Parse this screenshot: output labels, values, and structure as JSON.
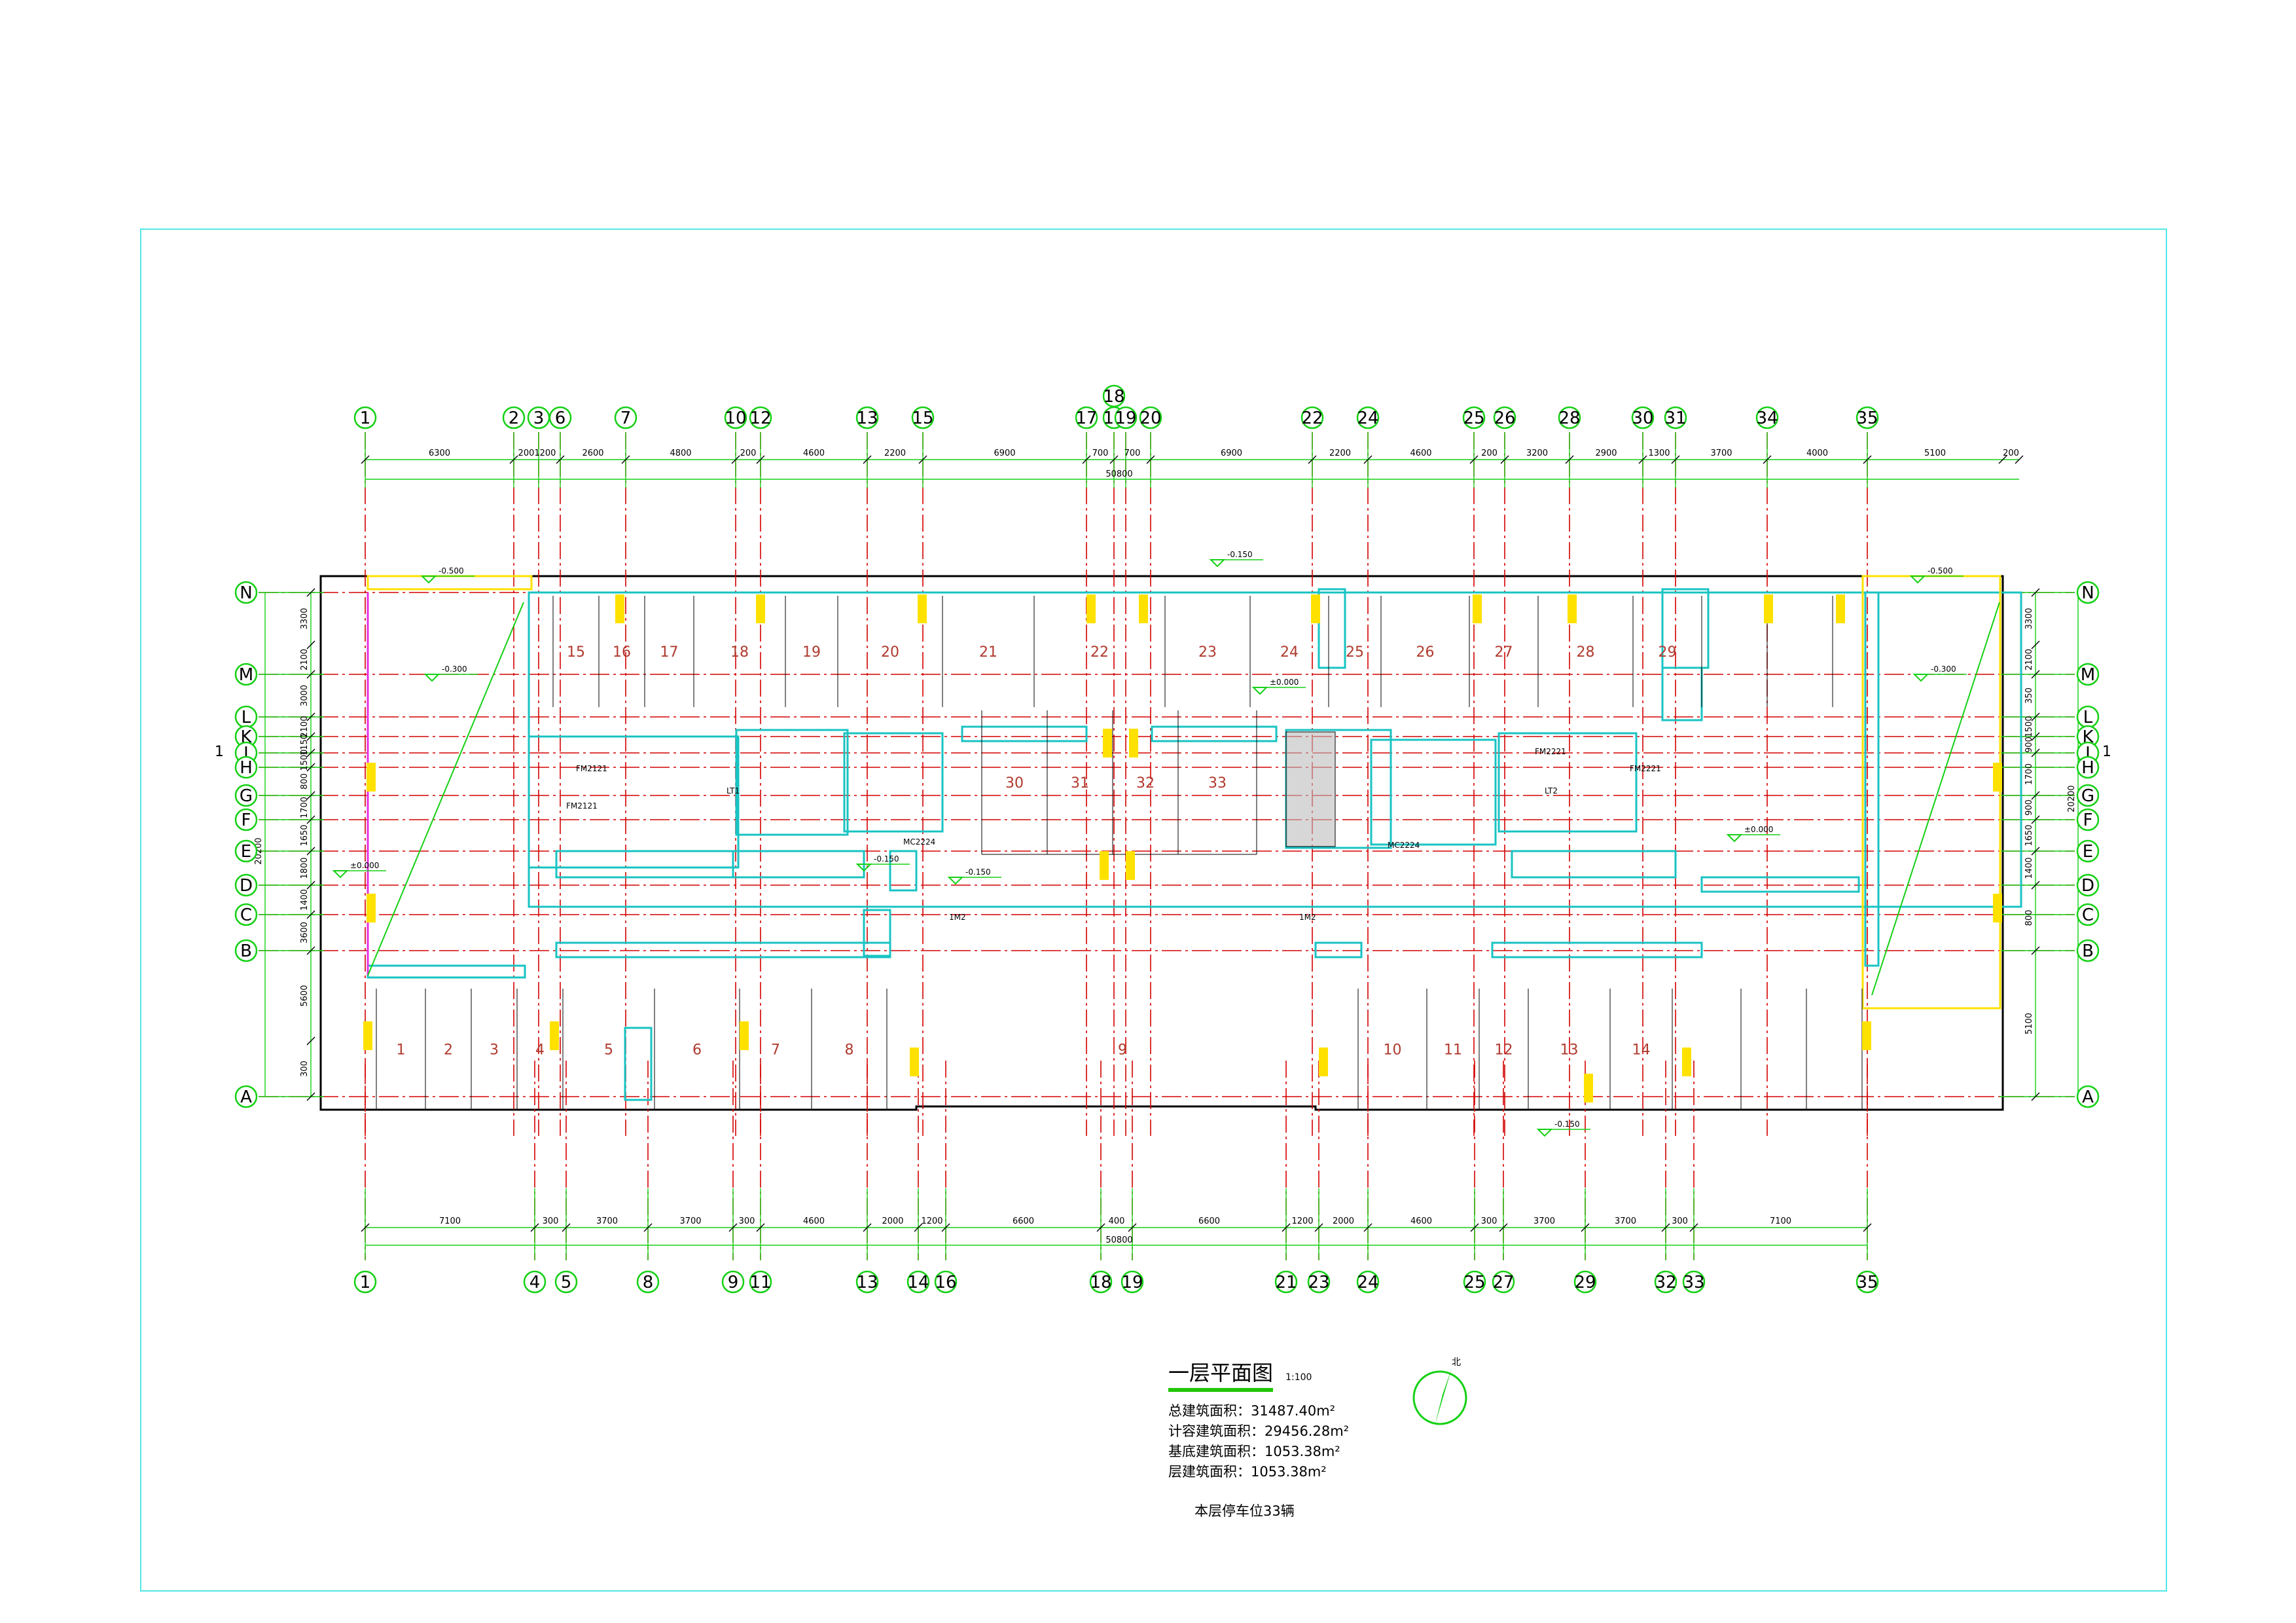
{
  "drawing": {
    "title": "一层平面图",
    "scale": "1:100",
    "area_lines": [
      "总建筑面积：31487.40m²",
      "计容建筑面积：29456.28m²",
      "基底建筑面积：1053.38m²",
      "层建筑面积：1053.38m²"
    ],
    "parking_note": "本层停车位33辆",
    "north_label": "北",
    "section_mark": "1"
  },
  "grid": {
    "top_labels": [
      "1",
      "2",
      "3",
      "6",
      "7",
      "10",
      "12",
      "13",
      "15",
      "17",
      "18",
      "19",
      "20",
      "22",
      "24",
      "25",
      "26",
      "28",
      "30",
      "31",
      "34",
      "35"
    ],
    "bottom_labels": [
      "1",
      "4",
      "5",
      "8",
      "9",
      "11",
      "13",
      "14",
      "16",
      "18",
      "19",
      "21",
      "23",
      "24",
      "25",
      "27",
      "29",
      "32",
      "33",
      "35"
    ],
    "row_labels": [
      "N",
      "M",
      "L",
      "K",
      "J",
      "H",
      "G",
      "F",
      "E",
      "D",
      "C",
      "B",
      "A"
    ]
  },
  "dimensions": {
    "top": [
      "6300",
      "2001200",
      "2600",
      "4800",
      "200",
      "4600",
      "2200",
      "6900",
      "700",
      "700",
      "6900",
      "2200",
      "4600",
      "200",
      "3200",
      "2900",
      "1300",
      "3700",
      "4000",
      "5100",
      "200"
    ],
    "top_total": "50800",
    "bottom": [
      "7100",
      "300",
      "3700",
      "3700",
      "300",
      "4600",
      "2000",
      "1200",
      "6600",
      "400",
      "6600",
      "1200",
      "2000",
      "4600",
      "300",
      "3700",
      "3700",
      "300",
      "7100"
    ],
    "bottom_total": "50800",
    "left": [
      "3300",
      "2100",
      "3000",
      "2100",
      "1150",
      "1500",
      "800",
      "1700",
      "1650",
      "1800",
      "1400",
      "3600",
      "5600",
      "300"
    ],
    "right": [
      "3300",
      "2100",
      "350",
      "1500",
      "900",
      "1700",
      "900",
      "1650",
      "1400",
      "800",
      "5100"
    ],
    "overall_depth": "20200"
  },
  "levels": [
    "-0.500",
    "-0.300",
    "±0.000",
    "-0.150",
    "-0.150",
    "±0.000",
    "-0.150",
    "-0.500",
    "-0.300",
    "±0.000",
    "-0.150"
  ],
  "room_tags": [
    "FM2121",
    "FM2121",
    "FM2221",
    "FM2221",
    "MC2224",
    "MC2224",
    "LT1",
    "LT2",
    "1M2",
    "1M2"
  ],
  "stalls": {
    "top_row": [
      "15",
      "16",
      "17",
      "18",
      "19",
      "20",
      "21",
      "22",
      "23",
      "24",
      "25",
      "26",
      "27",
      "28",
      "29"
    ],
    "middle_row": [
      "30",
      "31",
      "32",
      "33"
    ],
    "bottom_row": [
      "1",
      "2",
      "3",
      "4",
      "5",
      "6",
      "7",
      "8",
      "9",
      "10",
      "11",
      "12",
      "13",
      "14"
    ]
  },
  "colors": {
    "grid_axis": "#d40000",
    "dimension": "#15d015",
    "wall": "#18c3c3",
    "column": "#ffe100",
    "frame": "#54e6e6",
    "outline": "#000000",
    "stall_number": "#b03a2e"
  }
}
